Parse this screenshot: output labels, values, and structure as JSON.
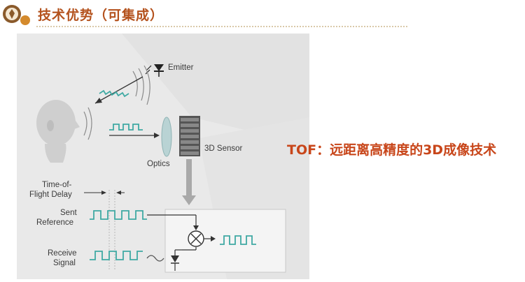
{
  "slide": {
    "title": "技术优势（可集成）",
    "brand_color": "#b4521d"
  },
  "diagram": {
    "labels": {
      "emitter": "Emitter",
      "optics": "Optics",
      "sensor": "3D Sensor",
      "tof_delay_line1": "Time-of-",
      "tof_delay_line2": "Flight Delay",
      "sent_line1": "Sent",
      "sent_line2": "Reference",
      "receive_line1": "Receive",
      "receive_line2": "Signal"
    },
    "signal_color": "#3fa9a3"
  },
  "tagline": {
    "text": "TOF：远距离高精度的3D成像技术",
    "color": "#c8461a"
  }
}
